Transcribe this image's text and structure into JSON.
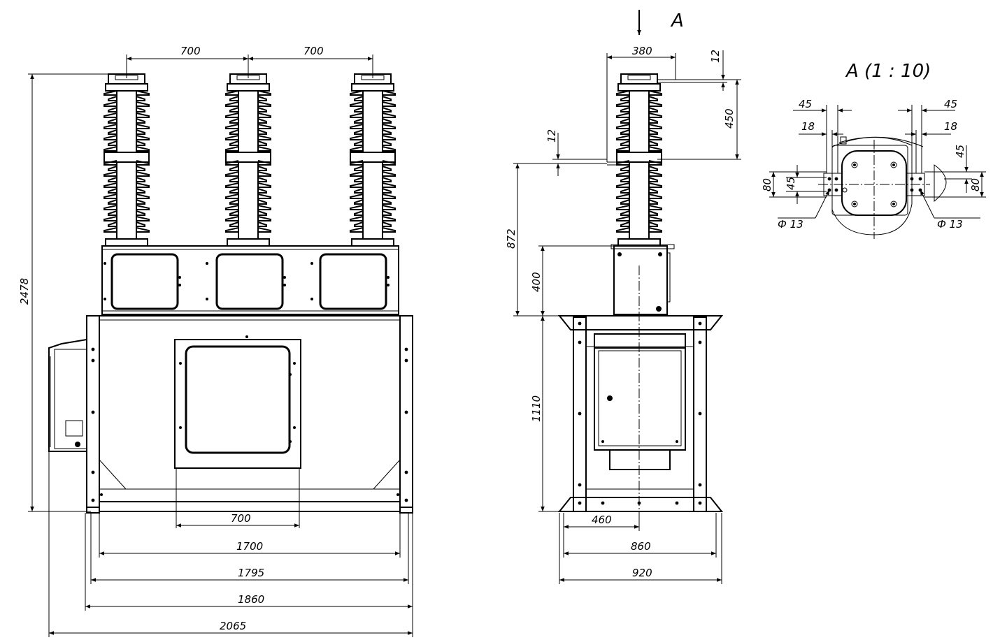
{
  "front_view": {
    "dim_700_a": "700",
    "dim_700_b": "700",
    "dim_height": "2478",
    "dim_700_window": "700",
    "dim_1700": "1700",
    "dim_1795": "1795",
    "dim_1860": "1860",
    "dim_2065": "2065"
  },
  "side_view": {
    "view_letter": "A",
    "dim_380": "380",
    "dim_12_top": "12",
    "dim_450": "450",
    "dim_12_mid": "12",
    "dim_872": "872",
    "dim_400": "400",
    "dim_1110": "1110",
    "dim_460": "460",
    "dim_860": "860",
    "dim_920": "920"
  },
  "detail_view": {
    "title": "A  (1 : 10)",
    "dim_45_tl": "45",
    "dim_45_tr": "45",
    "dim_18_l": "18",
    "dim_18_r": "18",
    "dim_80_l": "80",
    "dim_45_l": "45",
    "dim_45_r": "45",
    "dim_80_r": "80",
    "hole_l": "Ф 13",
    "hole_r": "Ф 13"
  }
}
